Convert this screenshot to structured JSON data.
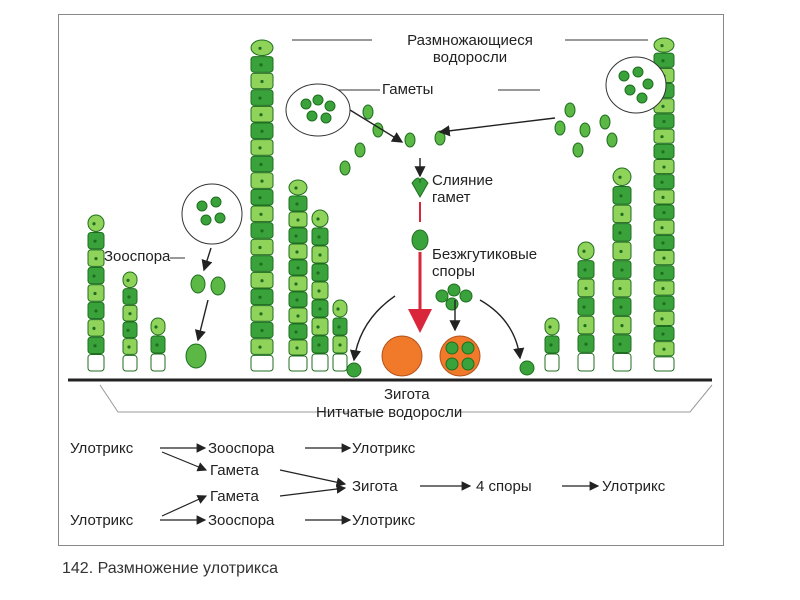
{
  "labels": {
    "reproducing_algae_1": "Размножающиеся",
    "reproducing_algae_2": "водоросли",
    "gametes": "Гаметы",
    "fusion_1": "Слияние",
    "fusion_2": "гамет",
    "zoospore": "Зооспора",
    "flagellaless_1": "Безжгутиковые",
    "flagellaless_2": "споры",
    "zygote": "Зигота",
    "filamentous_algae": "Нитчатые водоросли"
  },
  "scheme": {
    "ulothrix": "Улотрикс",
    "zoospore": "Зооспора",
    "gamete": "Гамета",
    "zygote": "Зигота",
    "four_spores": "4 споры"
  },
  "caption": "142. Размножение улотрикса",
  "colors": {
    "cell_fill": "#3aa23a",
    "cell_light": "#8fd35a",
    "cell_dark": "#1f6e1f",
    "zygote": "#f07a2a",
    "fusion_arrow": "#d9263a",
    "ground": "#222222"
  }
}
